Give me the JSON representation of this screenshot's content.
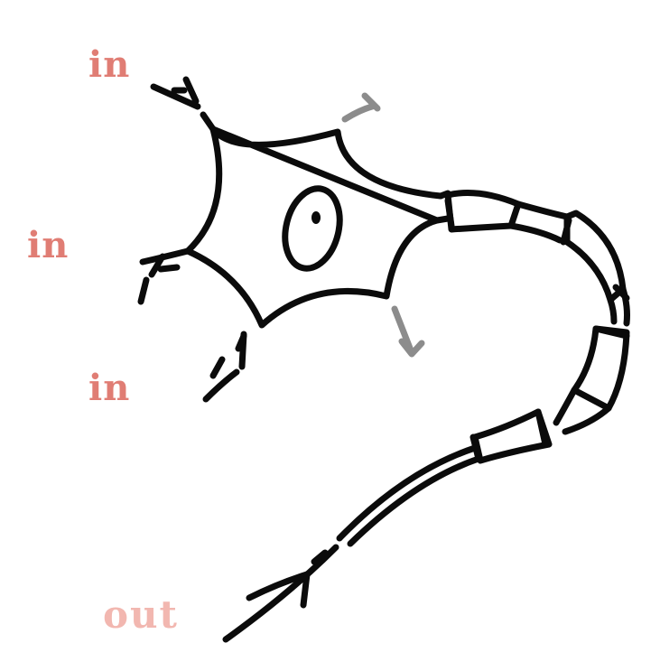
{
  "labels": {
    "input_1": "in",
    "input_2": "in",
    "input_3": "in",
    "output": "out"
  },
  "colors": {
    "background": "#ffffff",
    "ink": "#0b0b0b",
    "minor_branch": "#8c8c8c",
    "input_label": "#e07d74",
    "output_label": "#f2b7b0"
  }
}
